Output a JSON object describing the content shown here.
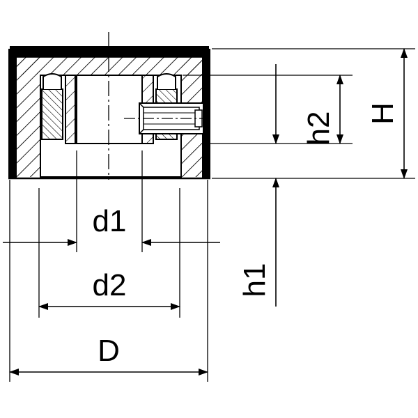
{
  "labels": {
    "d1": "d1",
    "d2": "d2",
    "D": "D",
    "h1": "h1",
    "h2": "h2",
    "H": "H"
  },
  "colors": {
    "line": "#000000",
    "background": "#ffffff"
  }
}
